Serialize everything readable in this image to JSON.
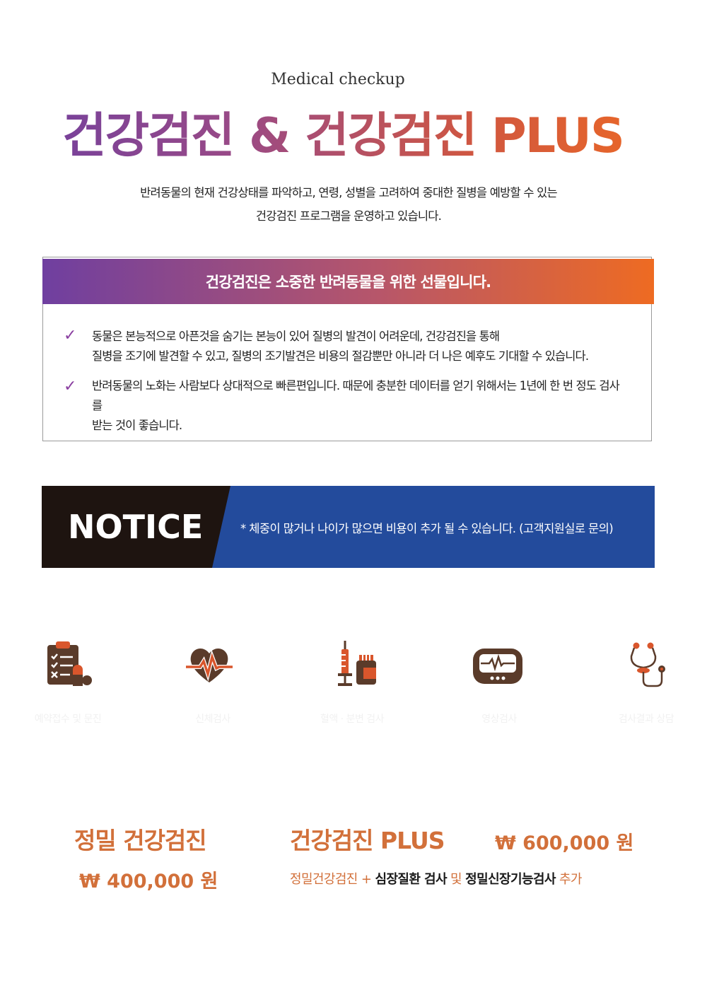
{
  "header": {
    "subtitle_en": "Medical checkup",
    "title": "건강검진 & 건강검진 PLUS",
    "intro_line1": "반려동물의 현재 건강상태를 파악하고, 연령, 성별을 고려하여 중대한 질병을 예방할 수 있는",
    "intro_line2": "건강검진 프로그램을 운영하고 있습니다."
  },
  "gift": {
    "heading": "건강검진은 소중한 반려동물을 위한 선물입니다.",
    "items": [
      {
        "line1": "동물은 본능적으로 아픈것을 숨기는 본능이 있어  질병의 발견이 어려운데, 건강검진을 통해",
        "line2": "질병을 조기에 발견할 수 있고, 질병의 조기발견은 비용의 절감뿐만 아니라 더 나은 예후도 기대할 수 있습니다."
      },
      {
        "line1": "반려동물의 노화는 사람보다 상대적으로 빠른편입니다. 때문에 충분한 데이터를 얻기 위해서는 1년에 한 번 정도 검사를",
        "line2": "받는 것이 좋습니다."
      }
    ]
  },
  "notice": {
    "label": "NOTICE",
    "text": "* 체중이 많거나 나이가 많으면 비용이 추가 될 수 있습니다. (고객지원실로 문의)"
  },
  "steps": [
    {
      "icon": "clipboard-pill-icon",
      "label": "예약접수 및 문진"
    },
    {
      "icon": "heart-pulse-icon",
      "label": "신체검사"
    },
    {
      "icon": "syringe-vial-icon",
      "label": "혈액 · 분변 검사"
    },
    {
      "icon": "monitor-ecg-icon",
      "label": "영상검사"
    },
    {
      "icon": "stethoscope-icon",
      "label": "검사결과 상담"
    }
  ],
  "pricing": {
    "basic_title": "정밀 건강검진",
    "basic_price": "₩ 400,000 원",
    "plus_title": "건강검진 PLUS",
    "plus_price": "₩ 600,000 원",
    "plus_desc": {
      "p1": "정밀건강검진 + ",
      "b1": "심장질환 검사",
      "p2": " 및 ",
      "b2": "정밀신장기능검사",
      "p3": " 추가"
    }
  },
  "colors": {
    "purple": "#6f3fa0",
    "orange": "#ee6b22",
    "icon_brown": "#5a3b2a",
    "icon_red": "#d9562c",
    "notice_dark": "#1e1410",
    "notice_blue": "#234b9c",
    "price": "#d2703a"
  }
}
